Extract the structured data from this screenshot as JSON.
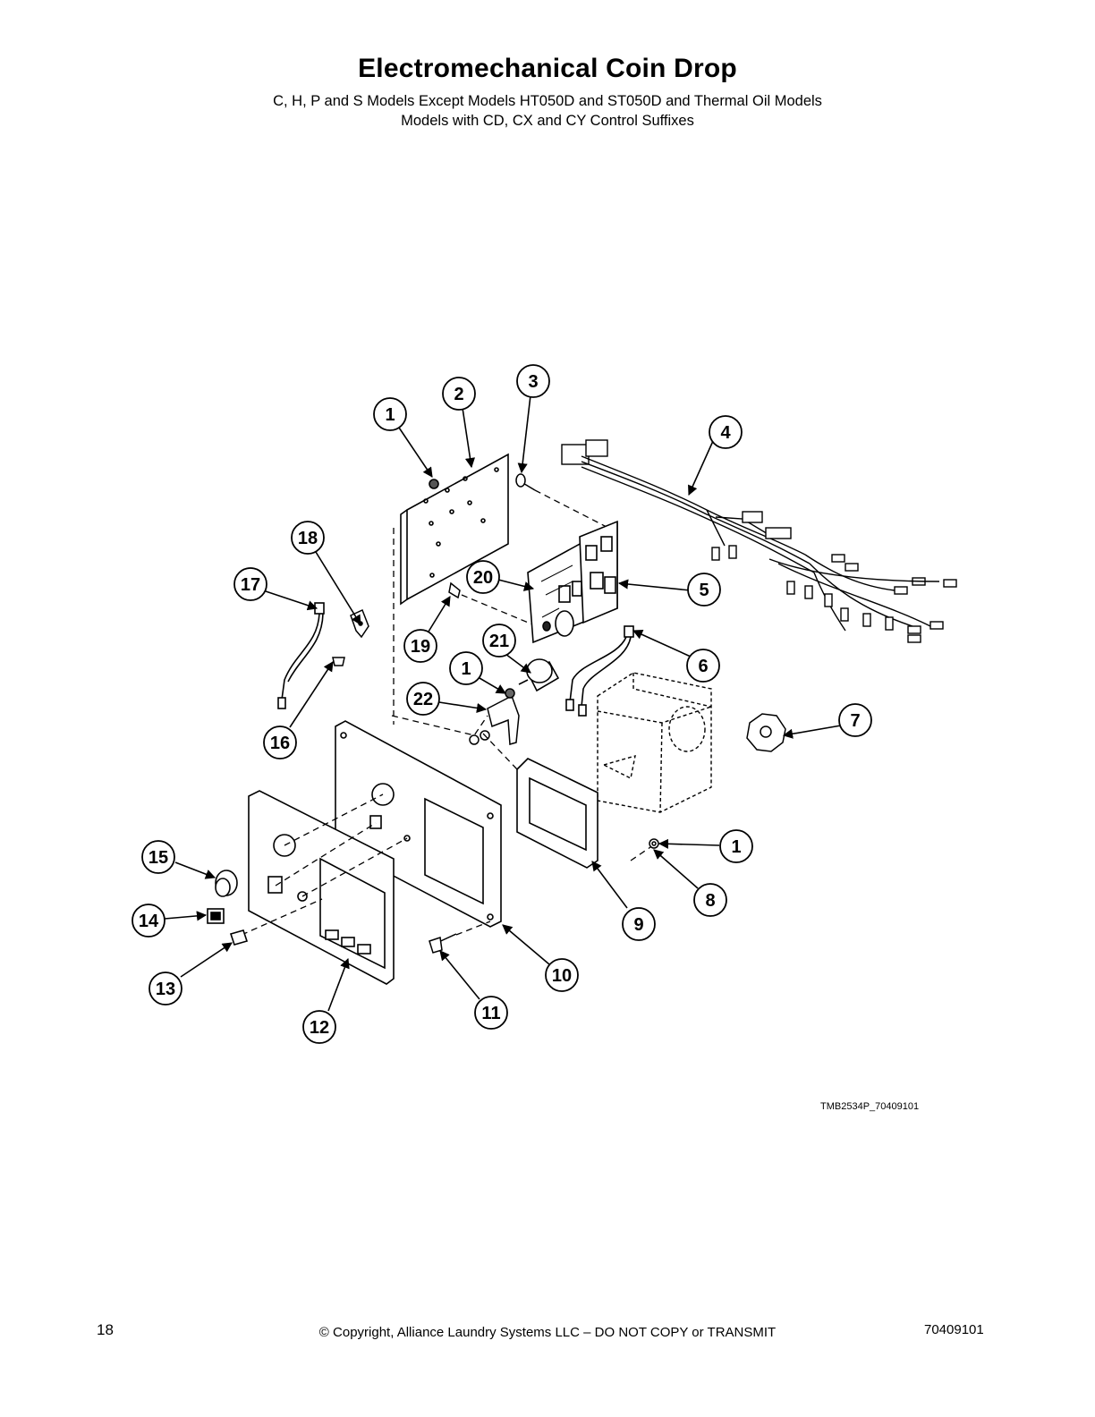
{
  "header": {
    "title": "Electromechanical Coin Drop",
    "subtitle_line1": "C, H, P and S Models Except Models HT050D and ST050D and Thermal Oil Models",
    "subtitle_line2": "Models with CD, CX and CY Control Suffixes"
  },
  "figure_ref": "TMB2534P_70409101",
  "footer": {
    "page_number": "18",
    "copyright": "© Copyright, Alliance Laundry Systems LLC – DO NOT COPY or TRANSMIT",
    "doc_number": "70409101"
  },
  "callouts": [
    {
      "id": "c1a",
      "label": "1"
    },
    {
      "id": "c2",
      "label": "2"
    },
    {
      "id": "c3",
      "label": "3"
    },
    {
      "id": "c4",
      "label": "4"
    },
    {
      "id": "c18",
      "label": "18"
    },
    {
      "id": "c17",
      "label": "17"
    },
    {
      "id": "c20",
      "label": "20"
    },
    {
      "id": "c5",
      "label": "5"
    },
    {
      "id": "c19",
      "label": "19"
    },
    {
      "id": "c21",
      "label": "21"
    },
    {
      "id": "c6",
      "label": "6"
    },
    {
      "id": "c1b",
      "label": "1"
    },
    {
      "id": "c22",
      "label": "22"
    },
    {
      "id": "c16",
      "label": "16"
    },
    {
      "id": "c7",
      "label": "7"
    },
    {
      "id": "c1c",
      "label": "1"
    },
    {
      "id": "c15",
      "label": "15"
    },
    {
      "id": "c8",
      "label": "8"
    },
    {
      "id": "c14",
      "label": "14"
    },
    {
      "id": "c9",
      "label": "9"
    },
    {
      "id": "c10",
      "label": "10"
    },
    {
      "id": "c13",
      "label": "13"
    },
    {
      "id": "c11",
      "label": "11"
    },
    {
      "id": "c12",
      "label": "12"
    }
  ]
}
